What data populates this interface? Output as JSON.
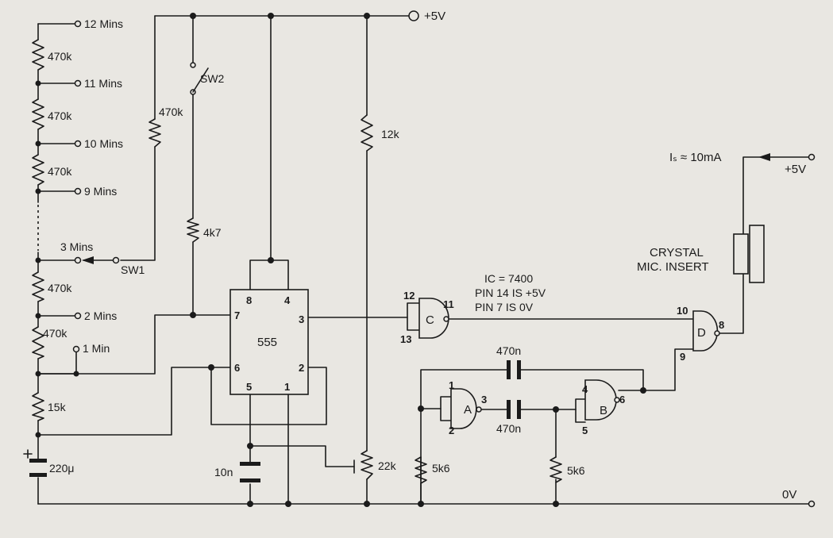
{
  "timer_taps": {
    "min12": "12 Mins",
    "min11": "11 Mins",
    "min10": "10 Mins",
    "min9": "9 Mins",
    "min3": "3 Mins",
    "min2": "2 Mins",
    "min1": "1 Min"
  },
  "resistors": {
    "r_chain": "470k",
    "r_sw1": "470k",
    "r_15k": "15k",
    "r_4k7": "4k7",
    "r_12k": "12k",
    "r_22k": "22k",
    "r_5k6": "5k6"
  },
  "capacitors": {
    "c_timing": "220μ",
    "c_10n": "10n",
    "c_470n": "470n"
  },
  "switches": {
    "sw1": "SW1",
    "sw2": "SW2"
  },
  "supply": {
    "plus5v": "+5V",
    "zero_v": "0V",
    "current": "Iₛ ≈ 10mA"
  },
  "ic555": {
    "name": "555",
    "pins": {
      "p8": "8",
      "p4": "4",
      "p7": "7",
      "p3": "3",
      "p6": "6",
      "p2": "2",
      "p5": "5",
      "p1": "1"
    }
  },
  "ic_note": {
    "line1": "IC = 7400",
    "line2": "PIN 14 IS +5V",
    "line3": "PIN 7 IS 0V"
  },
  "gates": {
    "a": {
      "name": "A",
      "in1": "1",
      "in2": "2",
      "out": "3"
    },
    "b": {
      "name": "B",
      "in1": "4",
      "in2": "5",
      "out": "6"
    },
    "c": {
      "name": "C",
      "in1": "12",
      "in2": "13",
      "out": "11"
    },
    "d": {
      "name": "D",
      "in1": "10",
      "in2": "9",
      "out": "8"
    }
  },
  "transducer": {
    "line1": "CRYSTAL",
    "line2": "MIC. INSERT"
  }
}
